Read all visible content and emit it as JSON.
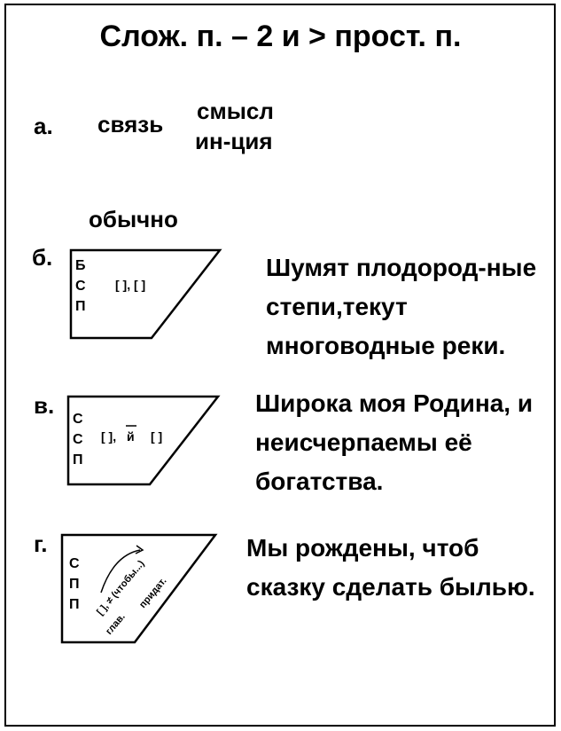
{
  "title": "Слож. п. – 2 и > прост. п.",
  "section_a": {
    "marker": "а.",
    "word": "связь",
    "top": "смысл",
    "bottom": "ин-ция"
  },
  "note": "обычно",
  "section_b": {
    "marker": "б.",
    "letters": [
      "Б",
      "С",
      "П"
    ],
    "schema": "[ ], [ ]",
    "example": "Шумят плодород-ные степи,текут многоводные реки."
  },
  "section_v": {
    "marker": "в.",
    "letters": [
      "С",
      "С",
      "П"
    ],
    "schema_left": "[ ],",
    "schema_conj": "й",
    "schema_right": "[ ]",
    "example": "Широка моя Родина, и неисчерпаемы её богатства."
  },
  "section_g": {
    "marker": "г.",
    "letters": [
      "С",
      "П",
      "П"
    ],
    "schema": "[ ], ≠ (чтобы...)",
    "label_main": "глав.",
    "label_sub": "придат.",
    "example": "Мы рождены, чтоб сказку сделать былью."
  }
}
